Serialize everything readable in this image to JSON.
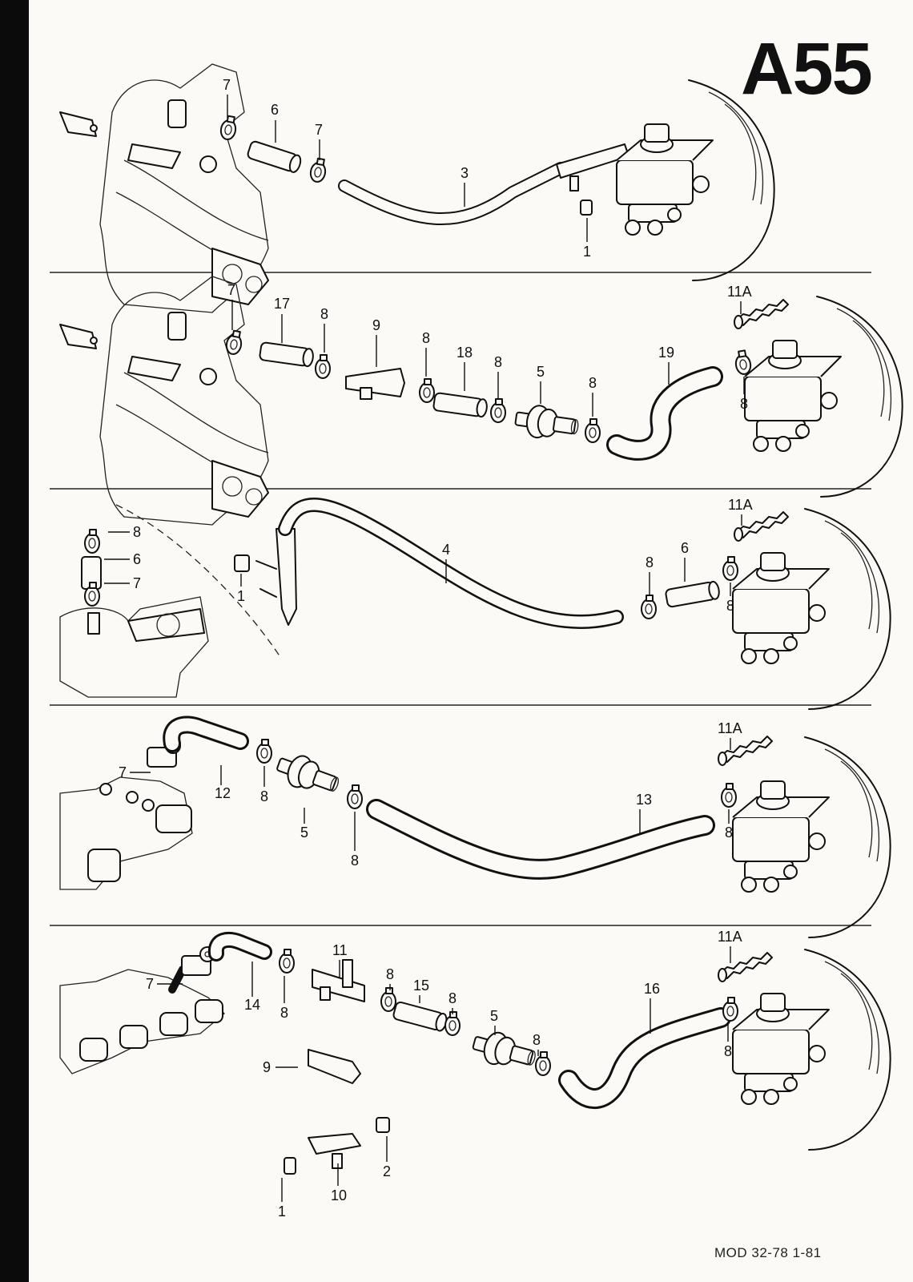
{
  "sheet_title": "A55",
  "footer": "MOD 32-78 1-81",
  "panels": [
    {
      "callouts": [
        "7",
        "6",
        "7",
        "3",
        "1"
      ]
    },
    {
      "callouts": [
        "7",
        "17",
        "8",
        "9",
        "8",
        "18",
        "8",
        "5",
        "8",
        "19",
        "11A",
        "8"
      ]
    },
    {
      "callouts": [
        "8",
        "6",
        "7",
        "1",
        "4",
        "8",
        "6",
        "11A",
        "8"
      ]
    },
    {
      "callouts": [
        "7",
        "12",
        "8",
        "5",
        "8",
        "13",
        "11A",
        "8"
      ]
    },
    {
      "callouts": [
        "7",
        "14",
        "8",
        "11",
        "8",
        "15",
        "8",
        "5",
        "8",
        "16",
        "11A",
        "8",
        "9",
        "10",
        "2",
        "1"
      ]
    }
  ]
}
